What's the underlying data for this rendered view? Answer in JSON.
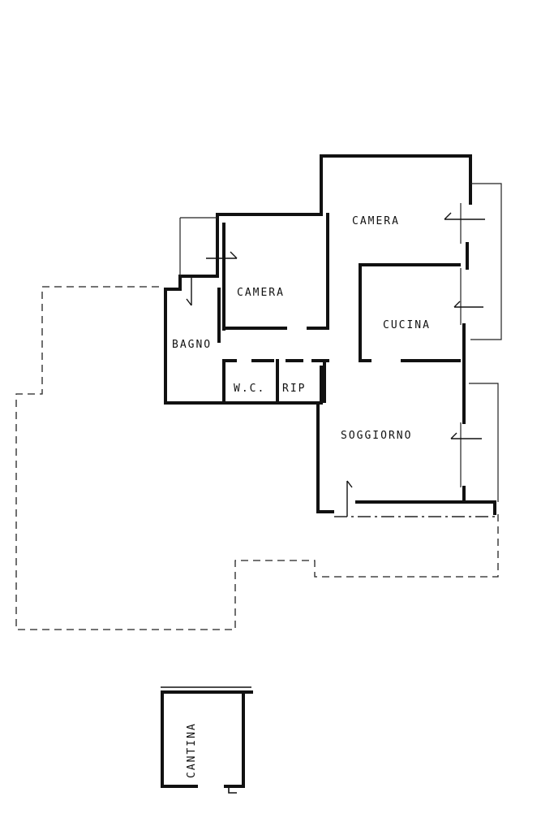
{
  "floorplan": {
    "rooms": {
      "camera_large": "CAMERA",
      "camera_small": "CAMERA",
      "cucina": "CUCINA",
      "bagno": "BAGNO",
      "wc": "W.C.",
      "rip": "RIP",
      "soggiorno": "SOGGIORNO",
      "cantina": "CANTINA"
    }
  }
}
